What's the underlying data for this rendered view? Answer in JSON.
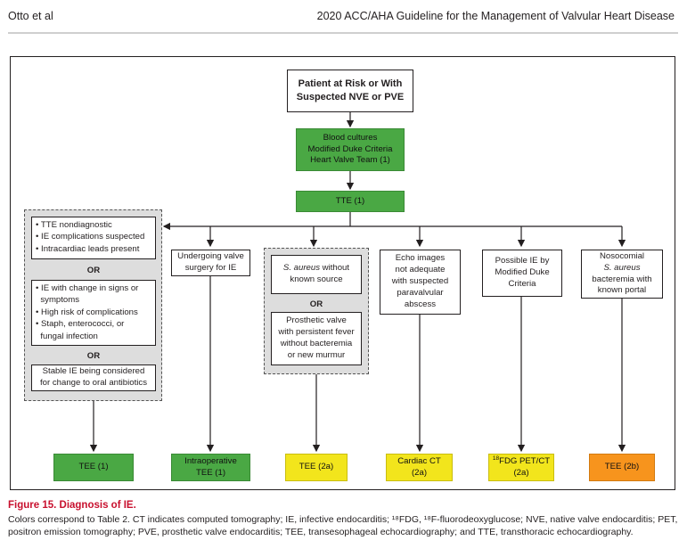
{
  "header": {
    "left": "Otto et al",
    "right": "2020 ACC/AHA Guideline for the Management of Valvular Heart Disease"
  },
  "flow": {
    "top": "Patient at Risk or With Suspected NVE or PVE",
    "blood_cultures": [
      "Blood cultures",
      "Modified Duke Criteria",
      "Heart Valve Team (1)"
    ],
    "tte": "TTE (1)",
    "col1": {
      "group1": [
        "TTE nondiagnostic",
        "IE complications suspected",
        "Intracardiac leads present"
      ],
      "or1": "OR",
      "group2": [
        "IE with change in signs or",
        "symptoms",
        "High risk of complications",
        "Staph, enterococci, or",
        "fungal infection"
      ],
      "or2": "OR",
      "group3": [
        "Stable IE being considered",
        "for change to oral antibiotics"
      ]
    },
    "col2": [
      "Undergoing valve",
      "surgery for IE"
    ],
    "col3": {
      "a": [
        "S. aureus without",
        "known source"
      ],
      "or": "OR",
      "b": [
        "Prosthetic valve",
        "with persistent fever",
        "without bacteremia",
        "or new murmur"
      ]
    },
    "col4": [
      "Echo images",
      "not adequate",
      "with suspected",
      "paravalvular",
      "abscess"
    ],
    "col5": [
      "Possible IE by",
      "Modified Duke",
      "Criteria"
    ],
    "col6": [
      "Nosocomial",
      "S. aureus",
      "bacteremia with",
      "known portal"
    ],
    "outcomes": [
      {
        "lines": [
          "TEE (1)"
        ],
        "color": "#4aa844"
      },
      {
        "lines": [
          "Intraoperative",
          "TEE (1)"
        ],
        "color": "#4aa844"
      },
      {
        "lines": [
          "TEE (2a)"
        ],
        "color": "#f2e51c"
      },
      {
        "lines": [
          "Cardiac CT",
          "(2a)"
        ],
        "color": "#f2e51c"
      },
      {
        "sup": "18",
        "lines": [
          "FDG PET/CT",
          "(2a)"
        ],
        "color": "#f2e51c"
      },
      {
        "lines": [
          "TEE (2b)"
        ],
        "color": "#f7941d"
      }
    ]
  },
  "figure": {
    "title": "Figure 15. Diagnosis of IE.",
    "caption": "Colors correspond to Table 2. CT indicates computed tomography; IE, infective endocarditis; ¹⁸FDG, ¹⁸F-fluorodeoxyglucose; NVE, native valve endocarditis; PET, positron emission tomography; PVE, prosthetic valve endocarditis; TEE, transesophageal echocardiography; and TTE, transthoracic echocardiography."
  }
}
